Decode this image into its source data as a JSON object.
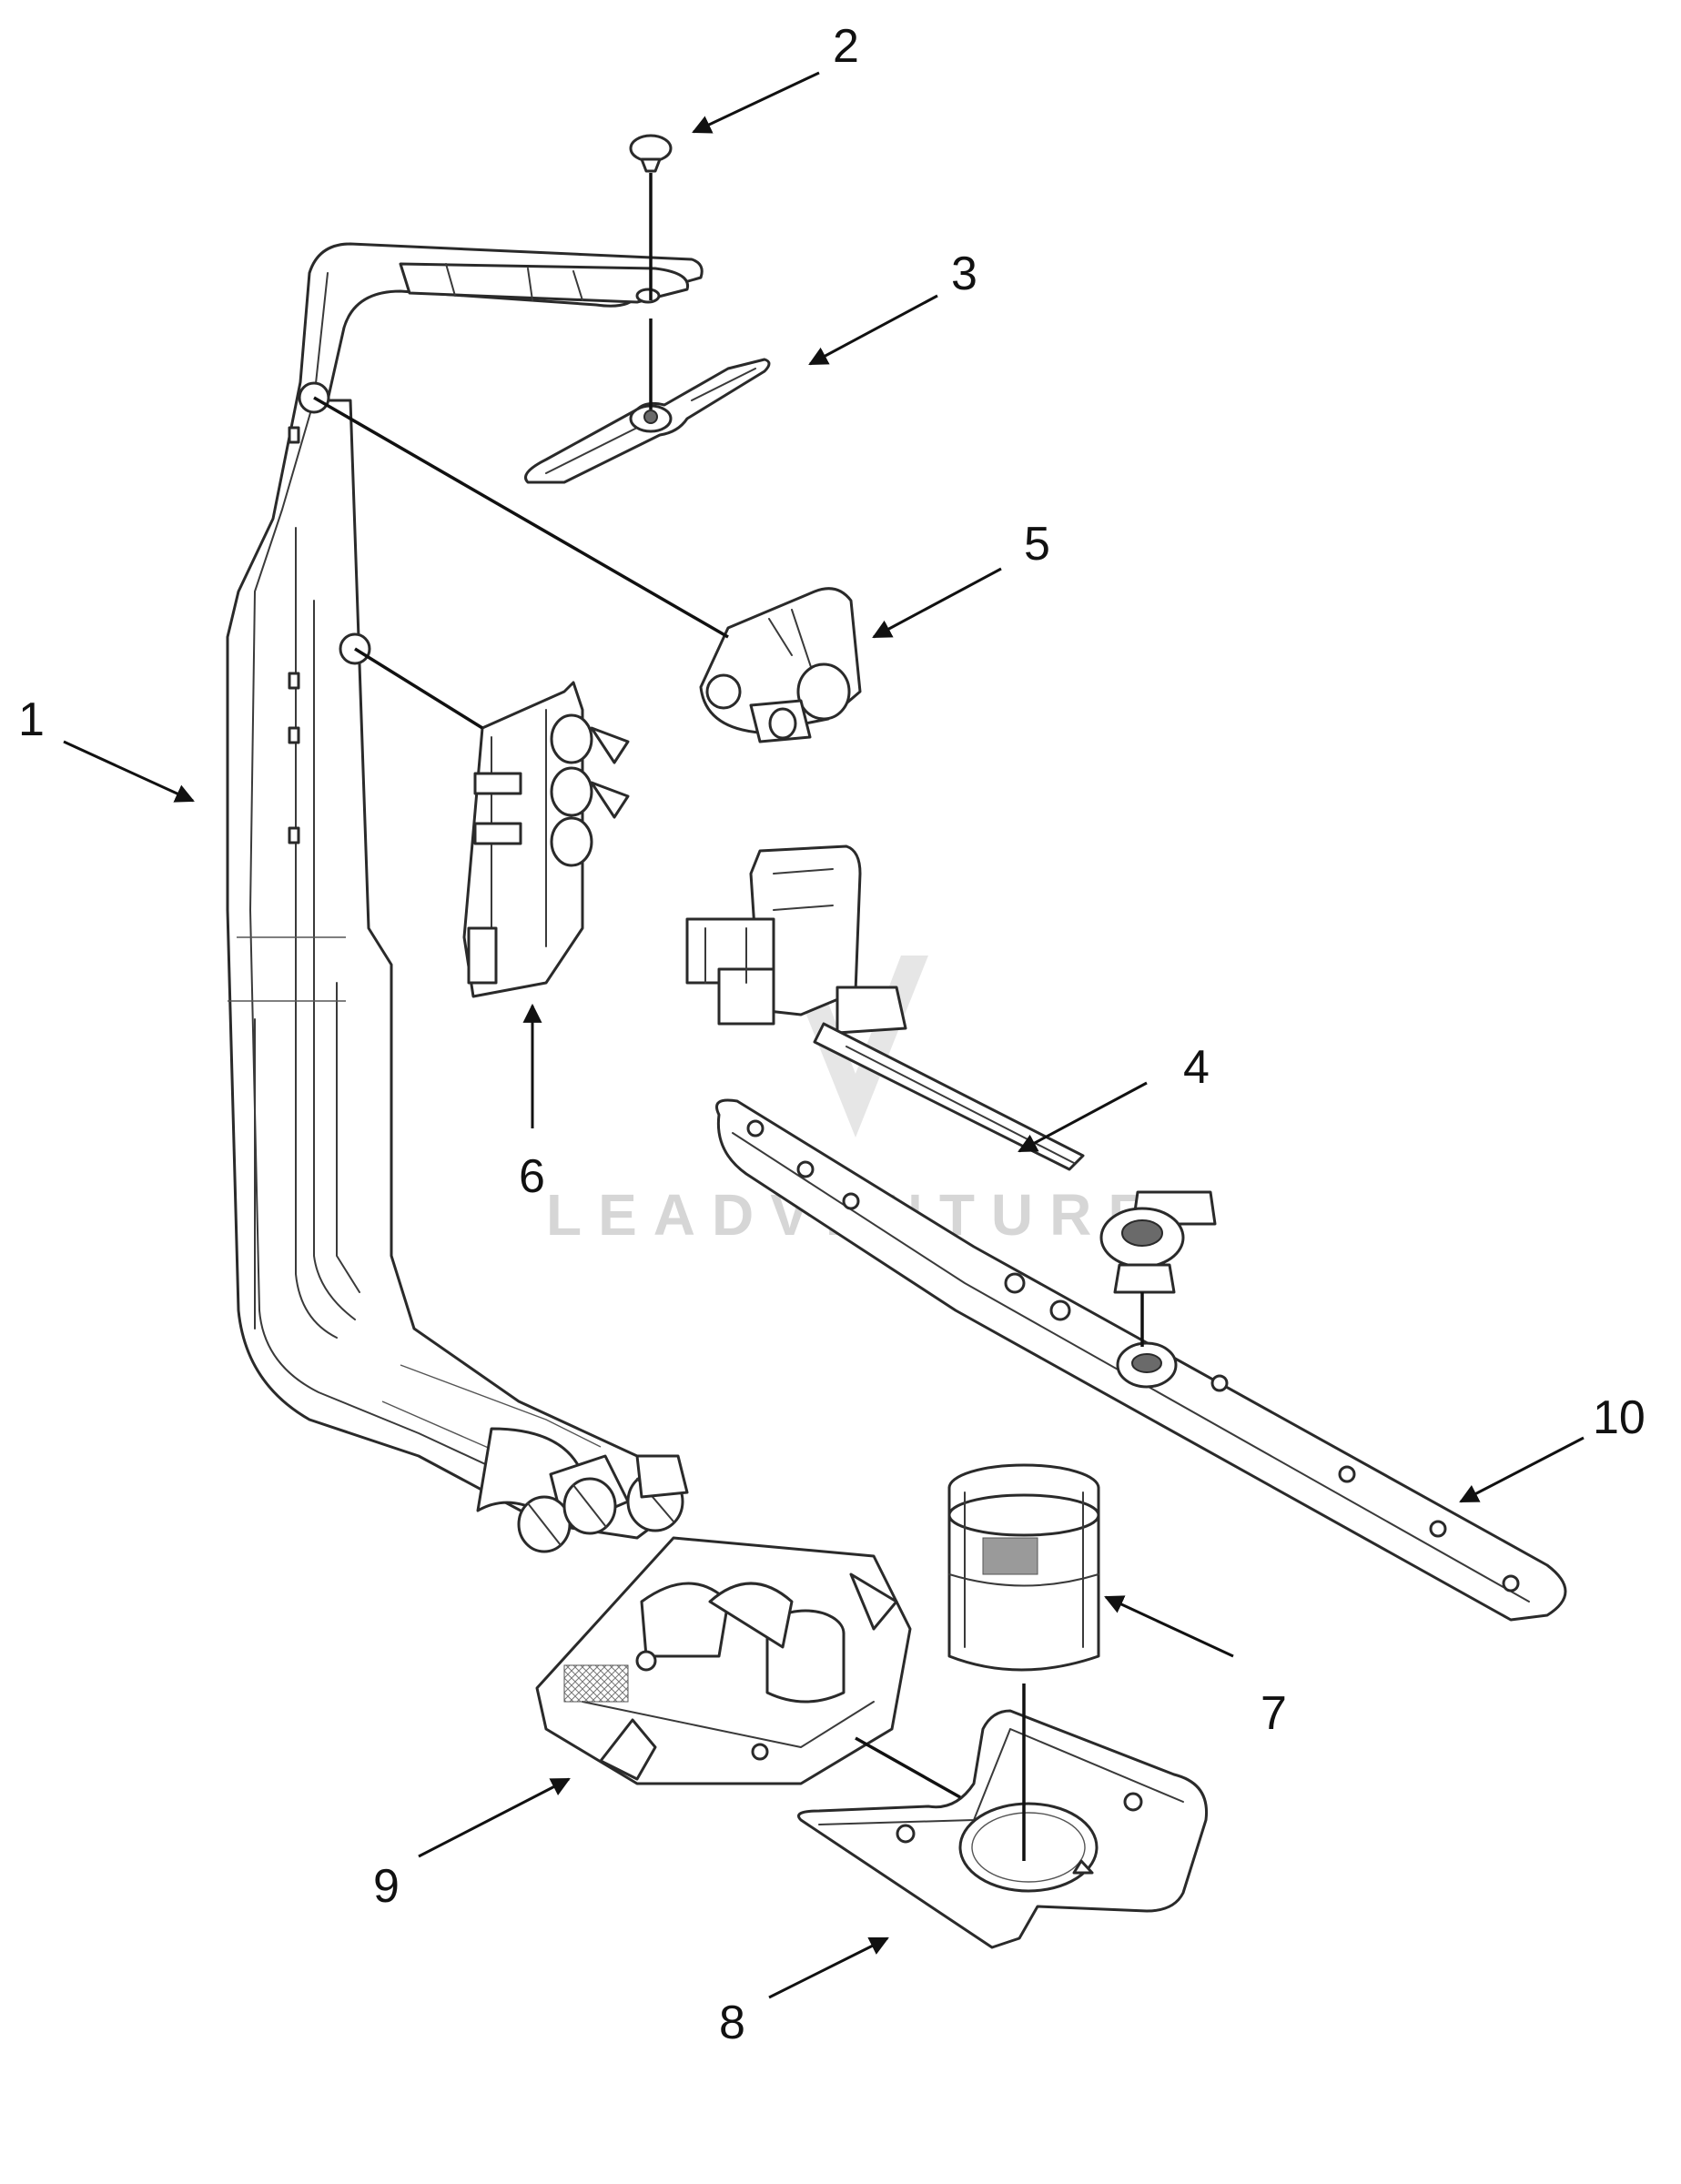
{
  "watermark": {
    "text": "LEADVENTURE"
  },
  "callouts": [
    {
      "id": "1",
      "label": "1"
    },
    {
      "id": "2",
      "label": "2"
    },
    {
      "id": "3",
      "label": "3"
    },
    {
      "id": "4",
      "label": "4"
    },
    {
      "id": "5",
      "label": "5"
    },
    {
      "id": "6",
      "label": "6"
    },
    {
      "id": "7",
      "label": "7"
    },
    {
      "id": "8",
      "label": "8"
    },
    {
      "id": "9",
      "label": "9"
    },
    {
      "id": "10",
      "label": "10"
    }
  ],
  "colors": {
    "line": "#2a2a2a",
    "background": "#ffffff",
    "watermark": "#d6d6d6"
  }
}
